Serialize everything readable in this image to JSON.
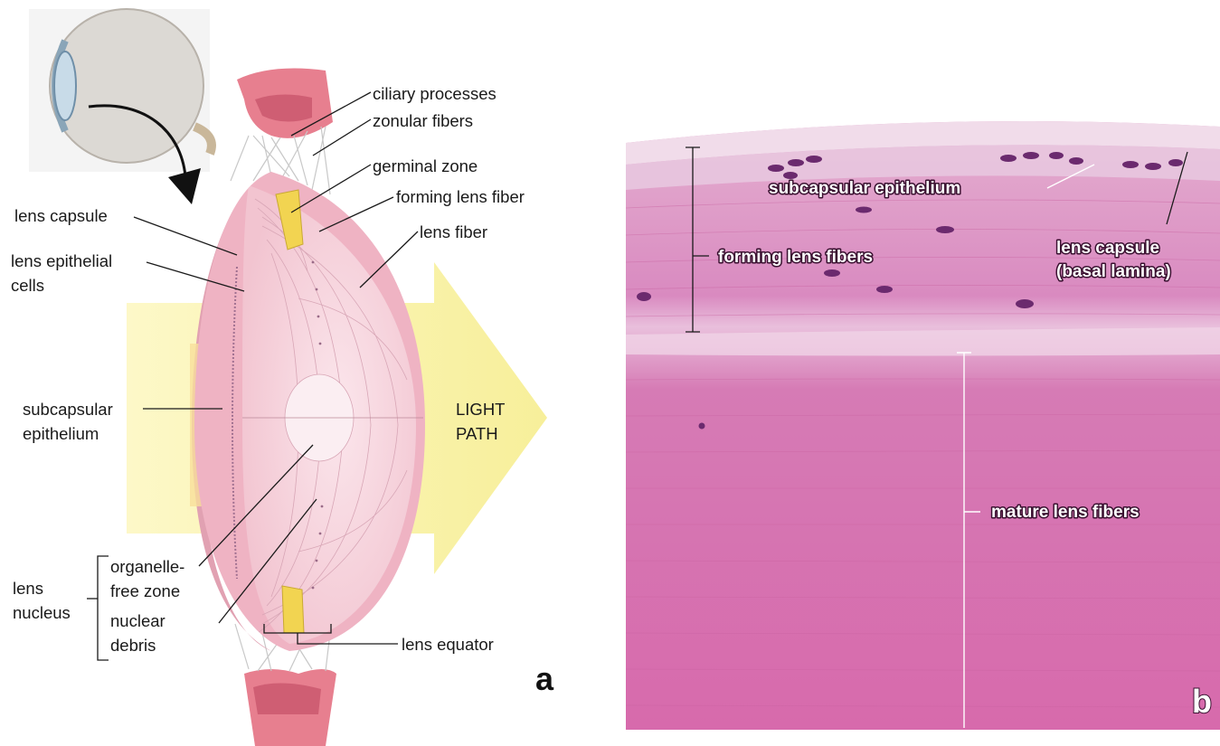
{
  "panel_a": {
    "letter": "a",
    "labels": {
      "ciliary_processes": "ciliary processes",
      "zonular_fibers": "zonular fibers",
      "germinal_zone": "germinal zone",
      "forming_lens_fiber": "forming lens fiber",
      "lens_fiber": "lens fiber",
      "lens_capsule": "lens capsule",
      "lens_epithelial_1": "lens epithelial",
      "lens_epithelial_2": "cells",
      "subcapsular_1": "subcapsular",
      "subcapsular_2": "epithelium",
      "light_1": "LIGHT",
      "light_2": "PATH",
      "lens_nucleus_1": "lens",
      "lens_nucleus_2": "nucleus",
      "organelle_1": "organelle-",
      "organelle_2": "free zone",
      "nuclear_1": "nuclear",
      "nuclear_2": "debris",
      "lens_equator": "lens equator"
    }
  },
  "panel_b": {
    "letter": "b",
    "labels": {
      "subcapsular_epithelium": "subcapsular epithelium",
      "forming_lens_fibers": "forming lens fibers",
      "lens_capsule_1": "lens capsule",
      "lens_capsule_2": "(basal lamina)",
      "mature_lens_fibers": "mature lens fibers"
    }
  }
}
